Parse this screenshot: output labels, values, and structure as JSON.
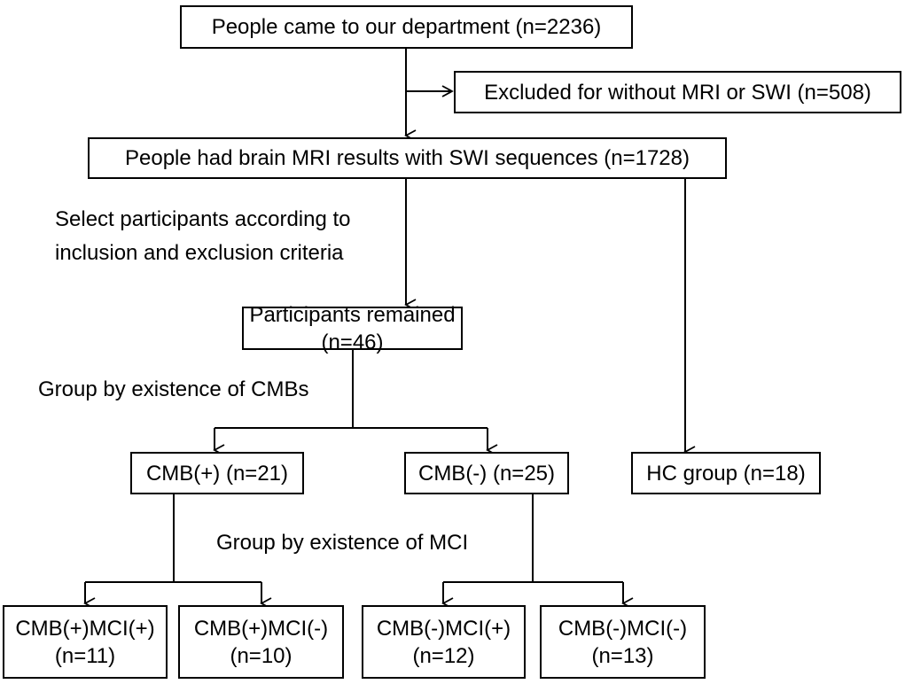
{
  "nodes": {
    "start": "People came to our department (n=2236)",
    "excluded": "Excluded for without MRI or SWI (n=508)",
    "mri": "People had brain MRI results with SWI sequences (n=1728)",
    "remained": "Participants remained (n=46)",
    "cmb_pos": "CMB(+) (n=21)",
    "cmb_neg": "CMB(-) (n=25)",
    "hc": "HC group (n=18)",
    "pp_name": "CMB(+)MCI(+)",
    "pp_n": "(n=11)",
    "pn_name": "CMB(+)MCI(-)",
    "pn_n": "(n=10)",
    "np_name": "CMB(-)MCI(+)",
    "np_n": "(n=12)",
    "nn_name": "CMB(-)MCI(-)",
    "nn_n": "(n=13)"
  },
  "labels": {
    "select_line1": "Select participants according to",
    "select_line2": "inclusion and exclusion criteria",
    "group_cmb": "Group by existence of CMBs",
    "group_mci": "Group by existence of MCI"
  }
}
